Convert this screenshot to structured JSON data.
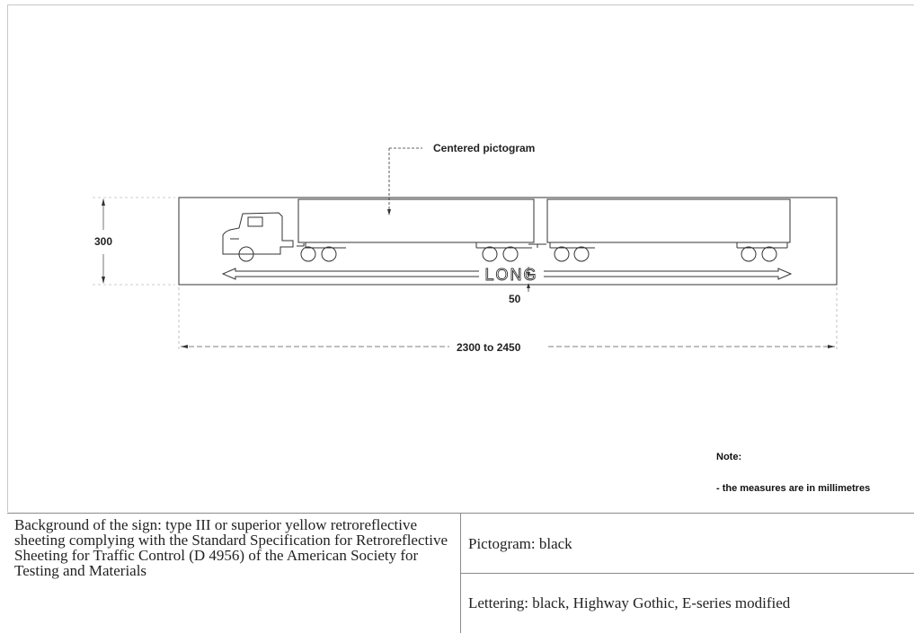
{
  "callout_label": "Centered pictogram",
  "sign_text": "LONG",
  "dimensions": {
    "height": "300",
    "width": "2300 to 2450",
    "margin": "50"
  },
  "note": {
    "title": "Note:",
    "line": "- the measures are in millimetres"
  },
  "spec": {
    "background": "Background of the sign: type III or superior yellow retroreflective sheeting complying with the Standard Specification for Retroreflective Sheeting for Traffic Control (D 4956) of the American Society for Testing and Materials",
    "pictogram": "Pictogram: black",
    "lettering": "Lettering: black, Highway Gothic, E-series modified"
  },
  "colors": {
    "line": "#333333",
    "text": "#222222"
  }
}
